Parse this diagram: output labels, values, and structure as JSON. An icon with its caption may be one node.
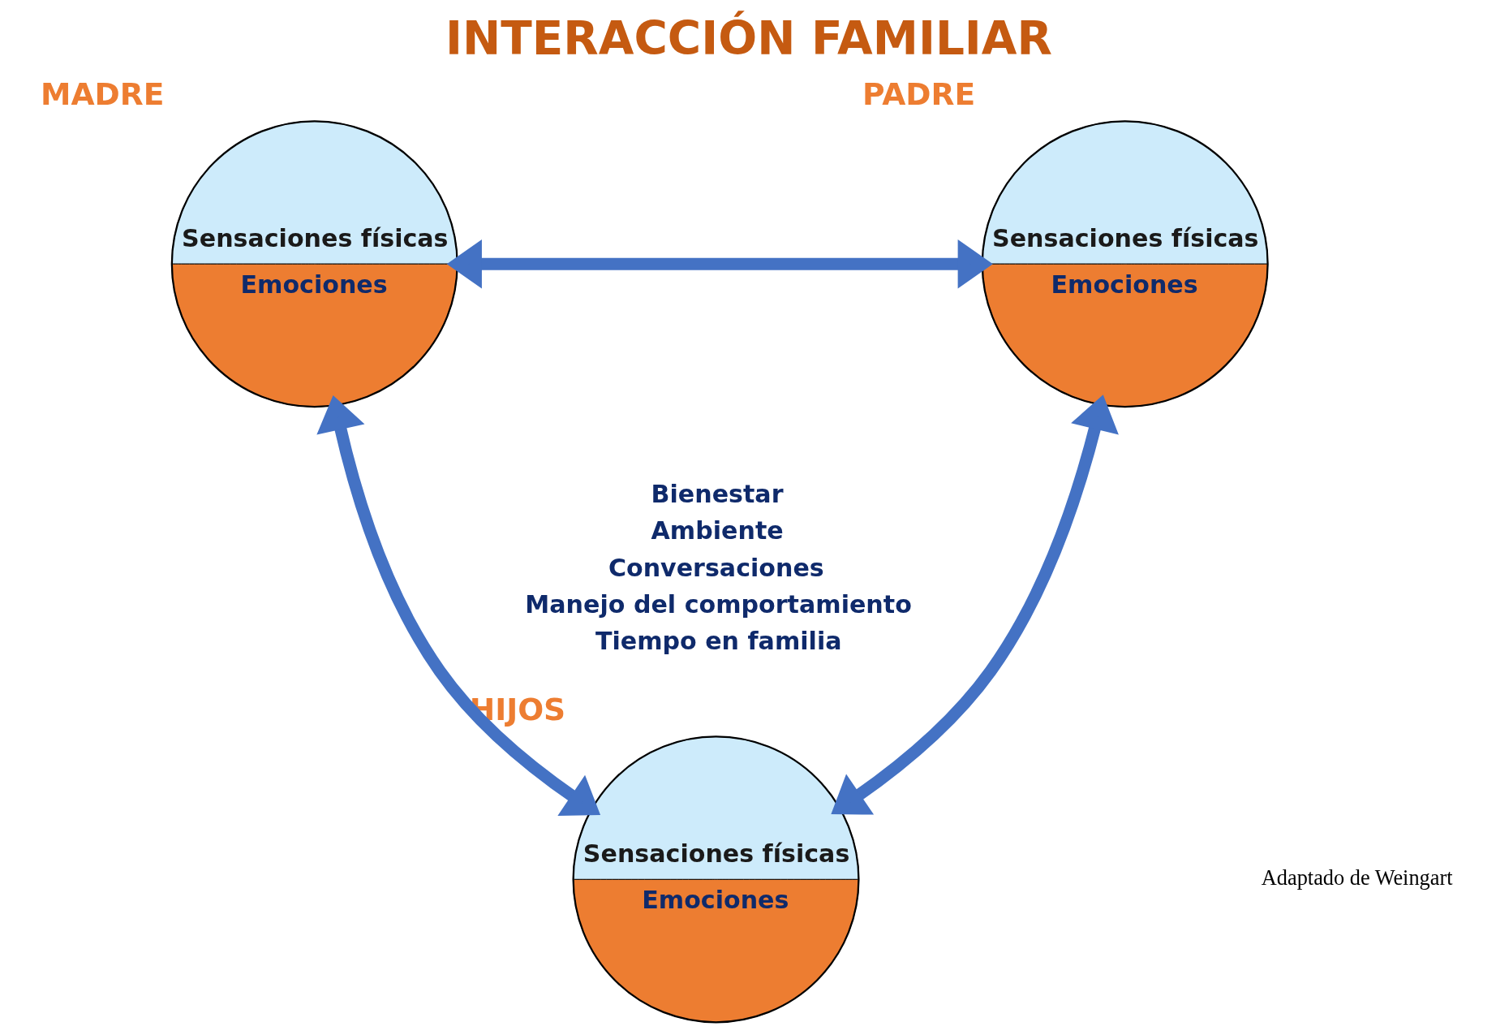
{
  "diagram": {
    "title": "INTERACCIÓN FAMILIAR",
    "caption": "Adaptado de Weingart",
    "nodes": [
      {
        "text": [
          "Sensaciones físicas",
          "Emociones"
        ],
        "beside": [
          "MADRE"
        ]
      },
      {
        "text": [
          "Sensaciones físicas",
          "Emociones"
        ],
        "beside": [
          "PADRE"
        ]
      },
      {
        "text": [
          "Sensaciones físicas",
          "Emociones"
        ],
        "beside": [
          "HIJOS"
        ]
      }
    ],
    "edges": [
      {
        "from": 0,
        "to": 1,
        "arrow": "both"
      },
      {
        "from": 0,
        "to": 2,
        "arrow": "both"
      },
      {
        "from": 1,
        "to": 2,
        "arrow": "both"
      }
    ],
    "labels": [
      "Bienestar",
      "Ambiente",
      "Conversaciones",
      "Manejo del comportamiento",
      "Tiempo en familia"
    ]
  }
}
